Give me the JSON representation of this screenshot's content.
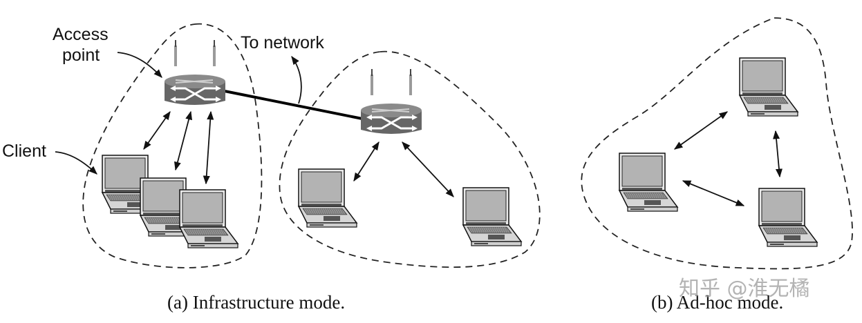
{
  "figure": {
    "panel_a": {
      "caption": "(a) Infrastructure mode.",
      "labels": {
        "access_point": [
          "Access",
          "point"
        ],
        "client": "Client",
        "to_network": "To network"
      },
      "cells": [
        {
          "name": "cell-1",
          "access_points": 1,
          "laptops": 3
        },
        {
          "name": "cell-2",
          "access_points": 1,
          "laptops": 2
        }
      ]
    },
    "panel_b": {
      "caption": "(b) Ad-hoc mode.",
      "laptops": 3,
      "peer_links": 3
    },
    "watermark": "知乎 @淮无橘",
    "colors": {
      "line": "#111111",
      "router_body": "#6b6b6b",
      "router_top": "#8a8a8a",
      "screen": "#b0b0b0",
      "laptop_frame": "#e0e0e0",
      "watermark": "#9a9a9a"
    }
  }
}
